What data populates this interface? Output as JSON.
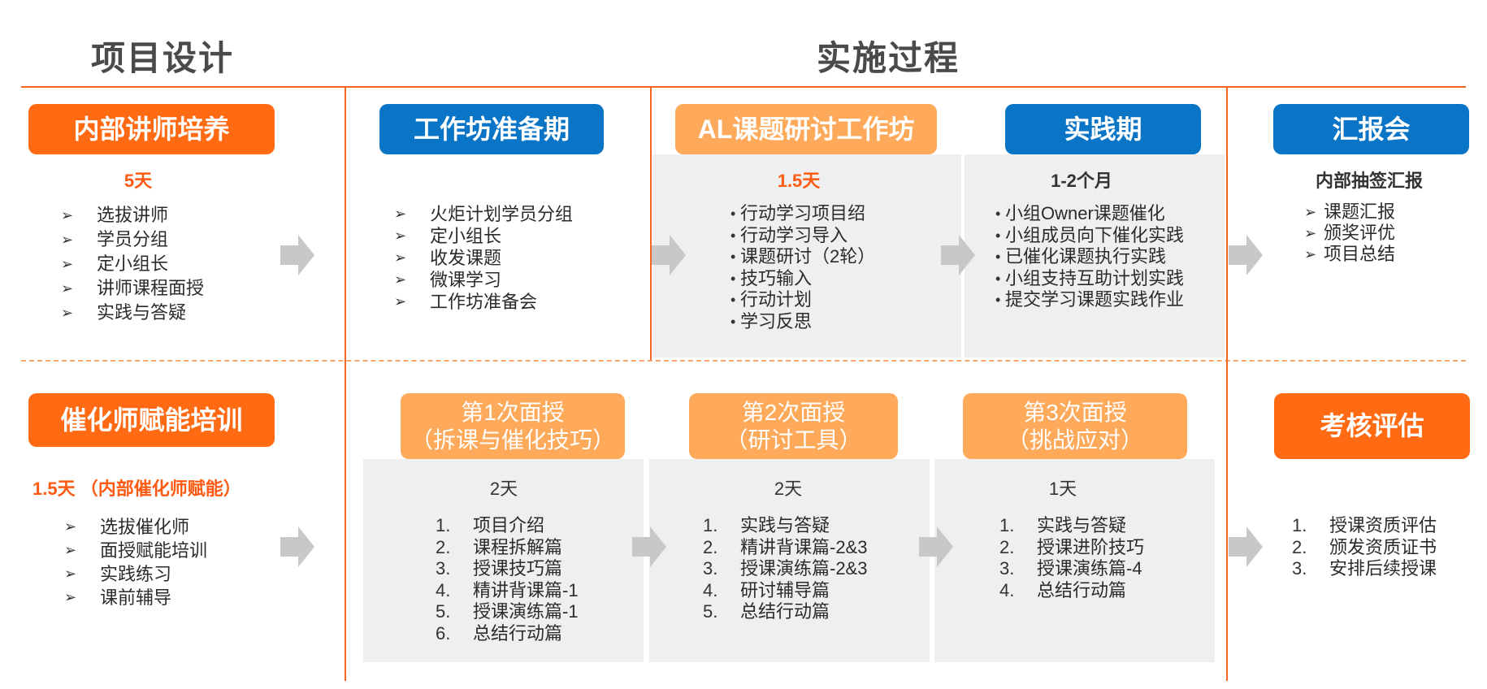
{
  "titles": {
    "design": "项目设计",
    "process": "实施过程"
  },
  "colors": {
    "orange": "#ff6a13",
    "light_orange": "#ffa95a",
    "blue": "#0a74c6",
    "gray_panel": "#efefef",
    "line": "#f26522"
  },
  "row1": {
    "internal_trainer": {
      "header": "内部讲师培养",
      "duration": "5天",
      "items": [
        "选拔讲师",
        "学员分组",
        "定小组长",
        "讲师课程面授",
        "实践与答疑"
      ]
    },
    "workshop_prep": {
      "header": "工作坊准备期",
      "items": [
        "火炬计划学员分组",
        "定小组长",
        "收发课题",
        "微课学习",
        "工作坊准备会"
      ]
    },
    "al_workshop": {
      "header": "AL课题研讨工作坊",
      "duration": "1.5天",
      "items": [
        "行动学习项目绍",
        "行动学习导入",
        "课题研讨（2轮）",
        "技巧输入",
        "行动计划",
        "学习反思"
      ]
    },
    "practice": {
      "header": "实践期",
      "duration": "1-2个月",
      "items": [
        "小组Owner课题催化",
        "小组成员向下催化实践",
        "已催化课题执行实践",
        "小组支持互助计划实践",
        "提交学习课题实践作业"
      ]
    },
    "report": {
      "header": "汇报会",
      "subtitle": "内部抽签汇报",
      "items": [
        "课题汇报",
        "颁奖评优",
        "项目总结"
      ]
    }
  },
  "row2": {
    "facilitator": {
      "header": "催化师赋能培训",
      "duration": "1.5天 （内部催化师赋能）",
      "items": [
        "选拔催化师",
        "面授赋能培训",
        "实践练习",
        "课前辅导"
      ]
    },
    "session1": {
      "header_line1": "第1次面授",
      "header_line2": "（拆课与催化技巧）",
      "duration": "2天",
      "items": [
        "项目介绍",
        "课程拆解篇",
        "授课技巧篇",
        "精讲背课篇-1",
        "授课演练篇-1",
        "总结行动篇"
      ]
    },
    "session2": {
      "header_line1": "第2次面授",
      "header_line2": "（研讨工具）",
      "duration": "2天",
      "items": [
        "实践与答疑",
        "精讲背课篇-2&3",
        "授课演练篇-2&3",
        "研讨辅导篇",
        "总结行动篇"
      ]
    },
    "session3": {
      "header_line1": "第3次面授",
      "header_line2": "（挑战应对）",
      "duration": "1天",
      "items": [
        "实践与答疑",
        "授课进阶技巧",
        "授课演练篇-4",
        "总结行动篇"
      ]
    },
    "assessment": {
      "header": "考核评估",
      "items": [
        "授课资质评估",
        "颁发资质证书",
        "安排后续授课"
      ]
    }
  }
}
